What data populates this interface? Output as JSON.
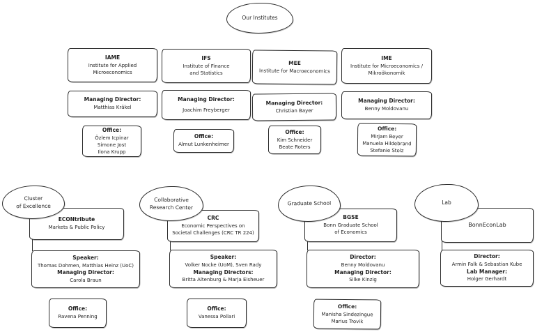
{
  "header": {
    "title": "Our Institutes"
  },
  "institutes": [
    {
      "abbr": "IAME",
      "name": [
        "Institute for Applied",
        "Microeconomics"
      ],
      "director_label": "Managing Director:",
      "director": "Matthias Kräkel",
      "office_label": "Office:",
      "office": [
        "Özlem Icpinar",
        "Simone Jost",
        "Ilona Krupp"
      ]
    },
    {
      "abbr": "IFS",
      "name": [
        "Institute of Finance",
        "and Statistics"
      ],
      "director_label": "Managing Director:",
      "director": "Joachim Freyberger",
      "office_label": "Office:",
      "office": [
        "Almut Lunkenheimer"
      ]
    },
    {
      "abbr": "MEE",
      "name": [
        "Institute for Macroeconomics"
      ],
      "director_label": "Managing Director:",
      "director": "Christian Bayer",
      "office_label": "Office:",
      "office": [
        "Kim Schneider",
        "Beate Roters"
      ]
    },
    {
      "abbr": "IME",
      "name": [
        "Institute for Microeconomics /",
        "Mikroökonomik"
      ],
      "director_label": "Managing Director:",
      "director": "Benny Moldovanu",
      "office_label": "Office:",
      "office": [
        "Mirjam Beyer",
        "Manuela Hildebrand",
        "Stefanie Stolz"
      ]
    }
  ],
  "groups": [
    {
      "bubble": [
        "Cluster",
        "of Excellence"
      ],
      "abbr": "ECONtribute",
      "name": [
        "Markets & Public Policy"
      ],
      "people": [
        {
          "label": "Speaker:",
          "value": "Thomas Dohmen, Matthias Heinz (UoC)"
        },
        {
          "label": "Managing Director:",
          "value": "Carola Braun"
        }
      ],
      "office_label": "Office:",
      "office": [
        "Ravena Penning"
      ]
    },
    {
      "bubble": [
        "Collaborative",
        "Research Center"
      ],
      "abbr": "CRC",
      "name": [
        "Economic Perspectives on",
        "Societal Challenges (CRC TR 224)"
      ],
      "people": [
        {
          "label": "Speaker:",
          "value": "Volker Nocke (UoM), Sven Rady"
        },
        {
          "label": "Managing Directors:",
          "value": "Britta Altenburg & Marja Eisheuer"
        }
      ],
      "office_label": "Office:",
      "office": [
        "Vanessa Pollari"
      ]
    },
    {
      "bubble": [
        "Graduate School"
      ],
      "abbr": "BGSE",
      "name": [
        "Bonn Graduate School",
        "of Economics"
      ],
      "people": [
        {
          "label": "Director:",
          "value": "Benny Moldovanu"
        },
        {
          "label": "Managing Director:",
          "value": "Silke Kinzig"
        }
      ],
      "office_label": "Office:",
      "office": [
        "Manisha Sindezingue",
        "Marius Trovik"
      ]
    },
    {
      "bubble": [
        "Lab"
      ],
      "abbr": "BonnEconLab",
      "name": [],
      "people": [
        {
          "label": "Director:",
          "value": "Armin Falk & Sebastian Kube"
        },
        {
          "label": "Lab Manager:",
          "value": "Holger Gerhardt"
        }
      ]
    }
  ]
}
